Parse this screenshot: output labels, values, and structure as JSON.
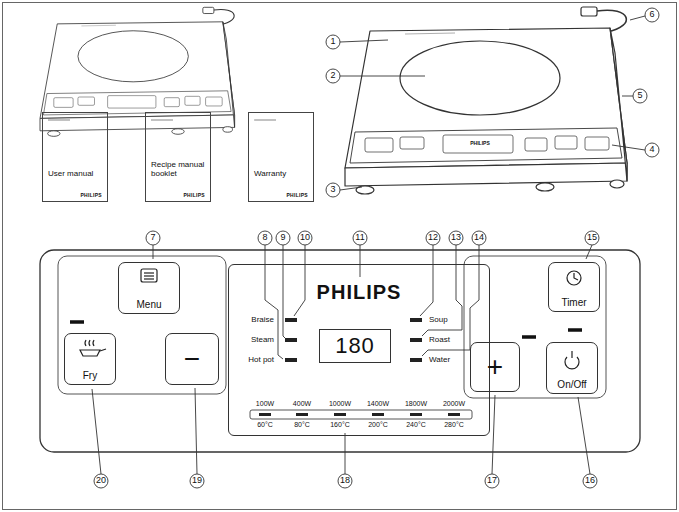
{
  "diagram": {
    "nodes": [
      {
        "text": [
          "User manual",
          "PHILIPS"
        ]
      },
      {
        "text": [
          "Recipe manual booklet",
          "PHILIPS"
        ]
      },
      {
        "text": [
          "Warranty",
          "PHILIPS"
        ]
      },
      {
        "text": [
          "Menu"
        ]
      },
      {
        "text": [
          "Fry"
        ]
      },
      {
        "text": [
          "−"
        ]
      },
      {
        "text": [
          "PHILIPS"
        ]
      },
      {
        "text": [
          "180"
        ],
        "in": 6
      },
      {
        "text": [
          "+"
        ]
      },
      {
        "text": [
          "Timer"
        ]
      },
      {
        "text": [
          "On/Off"
        ]
      }
    ],
    "labels": [
      "1",
      "2",
      "3",
      "4",
      "5",
      "6",
      "7",
      "8",
      "9",
      "10",
      "11",
      "12",
      "13",
      "14",
      "15",
      "Braise",
      "Steam",
      "Hot pot",
      "Soup",
      "Roast",
      "Water",
      "100W",
      "400W",
      "1000W",
      "1400W",
      "1800W",
      "2000W",
      "60°C",
      "80°C",
      "160°C",
      "200°C",
      "240°C",
      "280°C",
      "20",
      "19",
      "18",
      "17",
      "16",
      "PHILIPS"
    ]
  }
}
